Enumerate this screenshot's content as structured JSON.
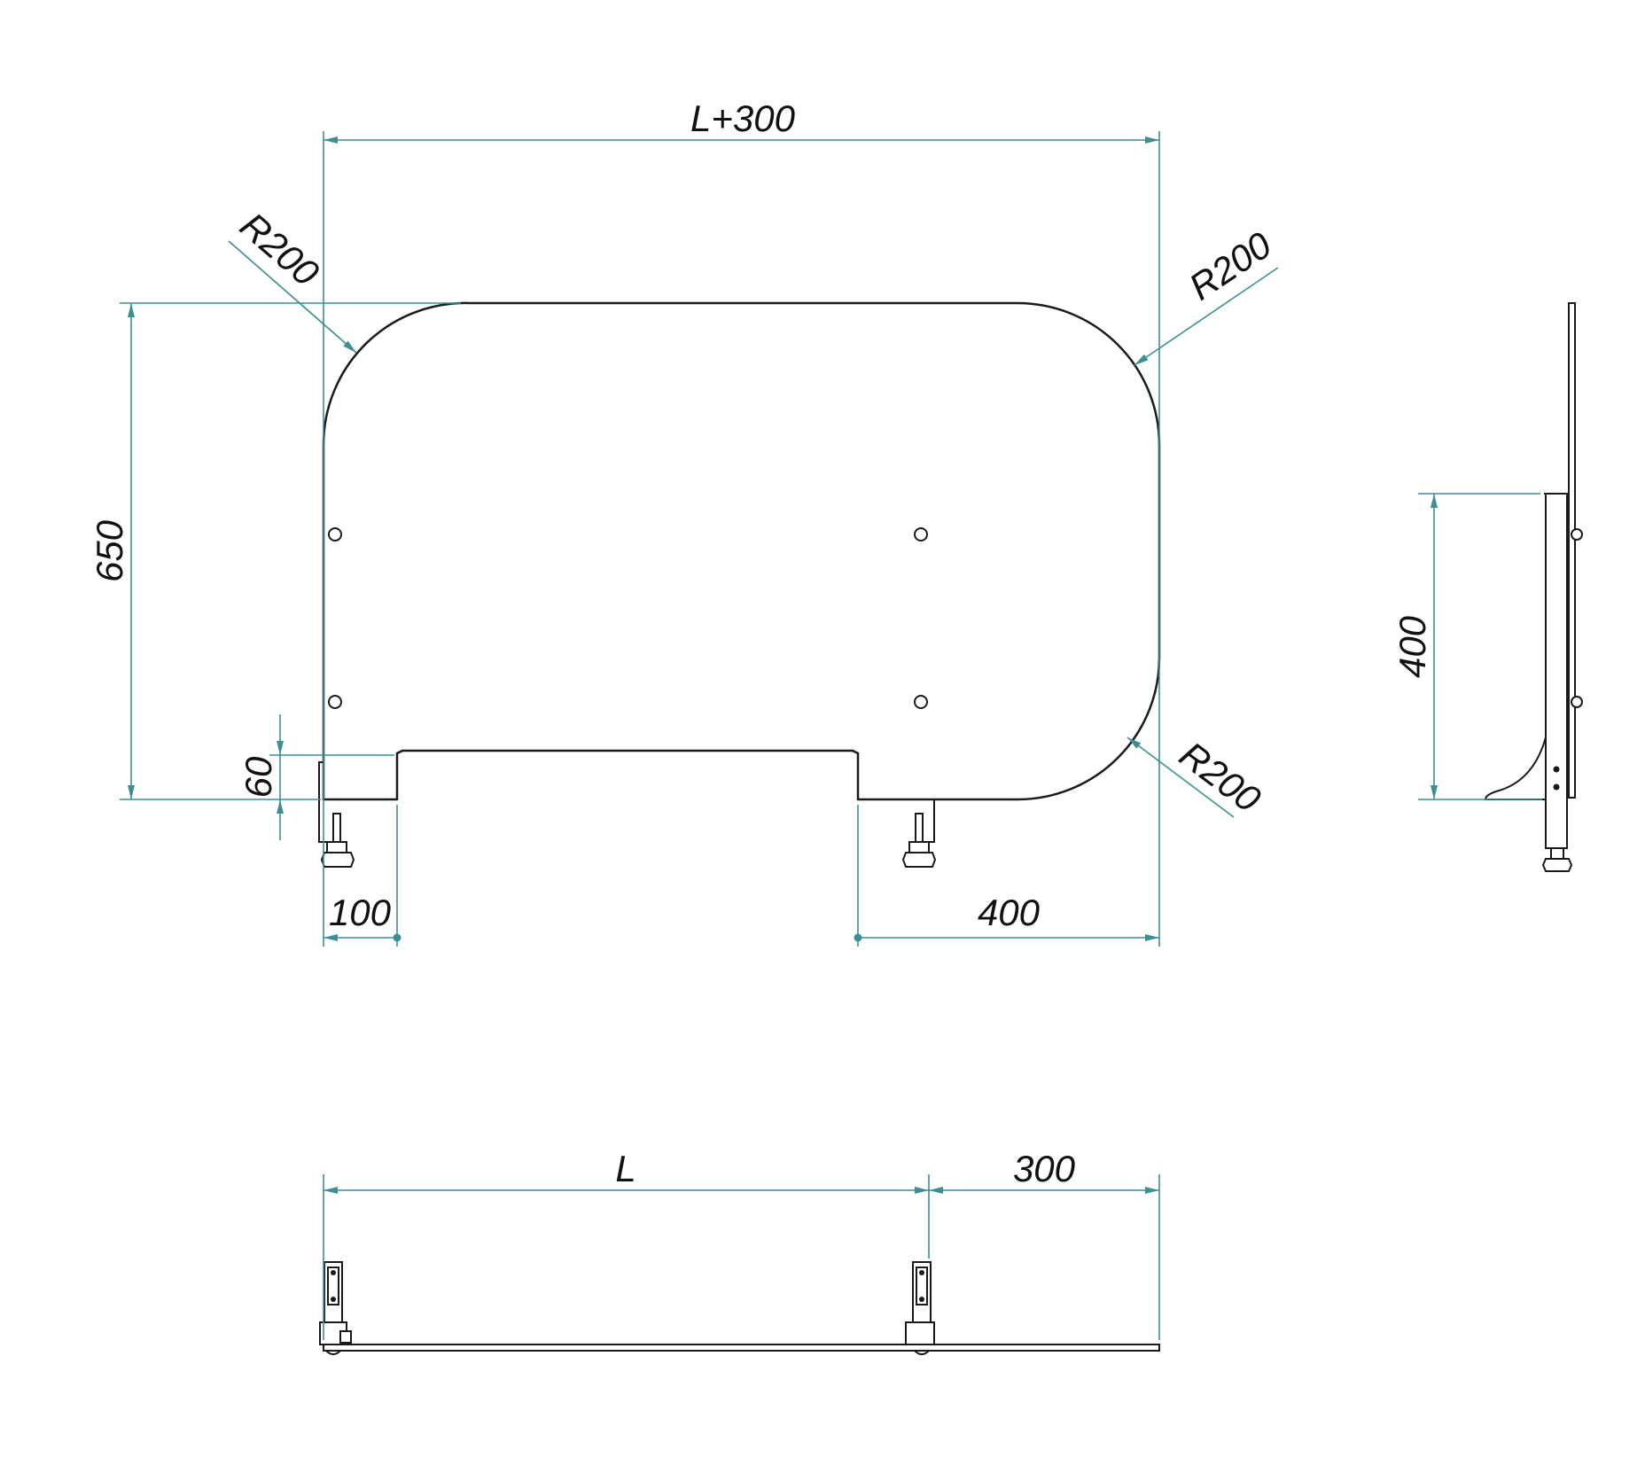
{
  "dimensions": {
    "overall_width": "L+300",
    "height": "650",
    "radius_top_left": "R200",
    "radius_top_right": "R200",
    "radius_bottom_right": "R200",
    "notch_height": "60",
    "left_offset": "100",
    "right_offset": "400",
    "side_height": "400",
    "length": "L",
    "overhang": "300"
  },
  "colors": {
    "dimension_line": "#3d8f93",
    "outline": "#1a1a1a"
  }
}
